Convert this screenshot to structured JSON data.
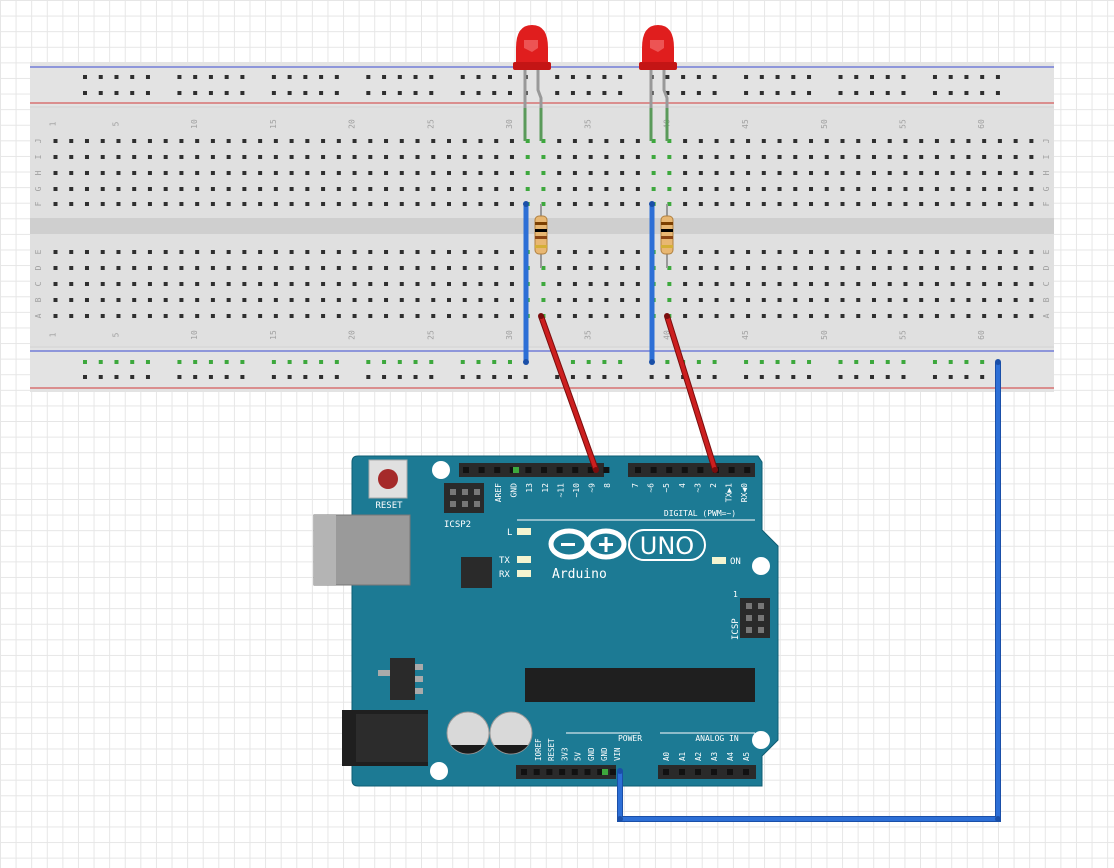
{
  "breadboard": {
    "column_numbers": [
      "1",
      "5",
      "10",
      "15",
      "20",
      "25",
      "30",
      "35",
      "40",
      "45",
      "50",
      "55",
      "60"
    ],
    "row_letters_top": [
      "J",
      "I",
      "H",
      "G",
      "F"
    ],
    "row_letters_bottom": [
      "E",
      "D",
      "C",
      "B",
      "A"
    ]
  },
  "components": {
    "led_1": {
      "color": "#e01e1e",
      "label": ""
    },
    "led_2": {
      "color": "#e01e1e",
      "label": ""
    }
  },
  "arduino": {
    "logo_text": "Arduino",
    "model": "UNO",
    "reset_label": "RESET",
    "icsp2_label": "ICSP2",
    "icsp_label": "ICSP",
    "icsp_pin1": "1",
    "led_labels": {
      "l": "L",
      "tx": "TX",
      "rx": "RX",
      "on": "ON"
    },
    "digital_label": "DIGITAL (PWM=~)",
    "power_label": "POWER",
    "analog_label": "ANALOG IN",
    "top_left_pins": [
      "AREF",
      "GND",
      "13",
      "12",
      "~11",
      "~10",
      "~9",
      "8"
    ],
    "top_right_pins": [
      "7",
      "~6",
      "~5",
      "4",
      "~3",
      "2",
      "TX▶1",
      "RX◀0"
    ],
    "power_pins": [
      "IOREF",
      "RESET",
      "3V3",
      "5V",
      "GND",
      "GND",
      "VIN"
    ],
    "analog_pins": [
      "A0",
      "A1",
      "A2",
      "A3",
      "A4",
      "A5"
    ],
    "board_color": "#1c7a94"
  },
  "wires": {
    "blue": "#2d6fd6",
    "red": "#cc1f1f"
  }
}
